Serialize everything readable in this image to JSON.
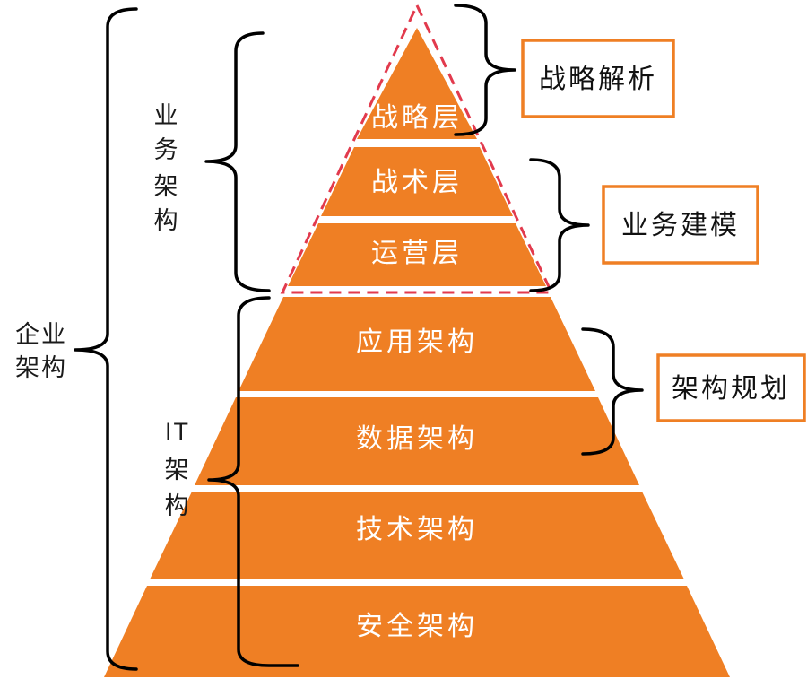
{
  "diagram": {
    "type": "pyramid-architecture-diagram",
    "colors": {
      "pyramid_fill": "#ef7f24",
      "dashed_outline": "#e23a4d",
      "brace_stroke": "#000000",
      "annotation_box_border": "#ef7f24",
      "layer_text": "#ffffff",
      "side_text": "#1a1a1a"
    },
    "layers": [
      {
        "label": "战略层"
      },
      {
        "label": "战术层"
      },
      {
        "label": "运营层"
      },
      {
        "label": "应用架构"
      },
      {
        "label": "数据架构"
      },
      {
        "label": "技术架构"
      },
      {
        "label": "安全架构"
      }
    ],
    "left_groups": [
      {
        "label": "企业架构",
        "lines": [
          "企业",
          "架构"
        ]
      },
      {
        "label": "业务架构",
        "chars": [
          "业",
          "务",
          "架",
          "构"
        ]
      },
      {
        "label": "IT架构",
        "lines": [
          "IT",
          "架",
          "构"
        ]
      }
    ],
    "right_annotations": [
      {
        "label": "战略解析"
      },
      {
        "label": "业务建模"
      },
      {
        "label": "架构规划"
      }
    ]
  }
}
